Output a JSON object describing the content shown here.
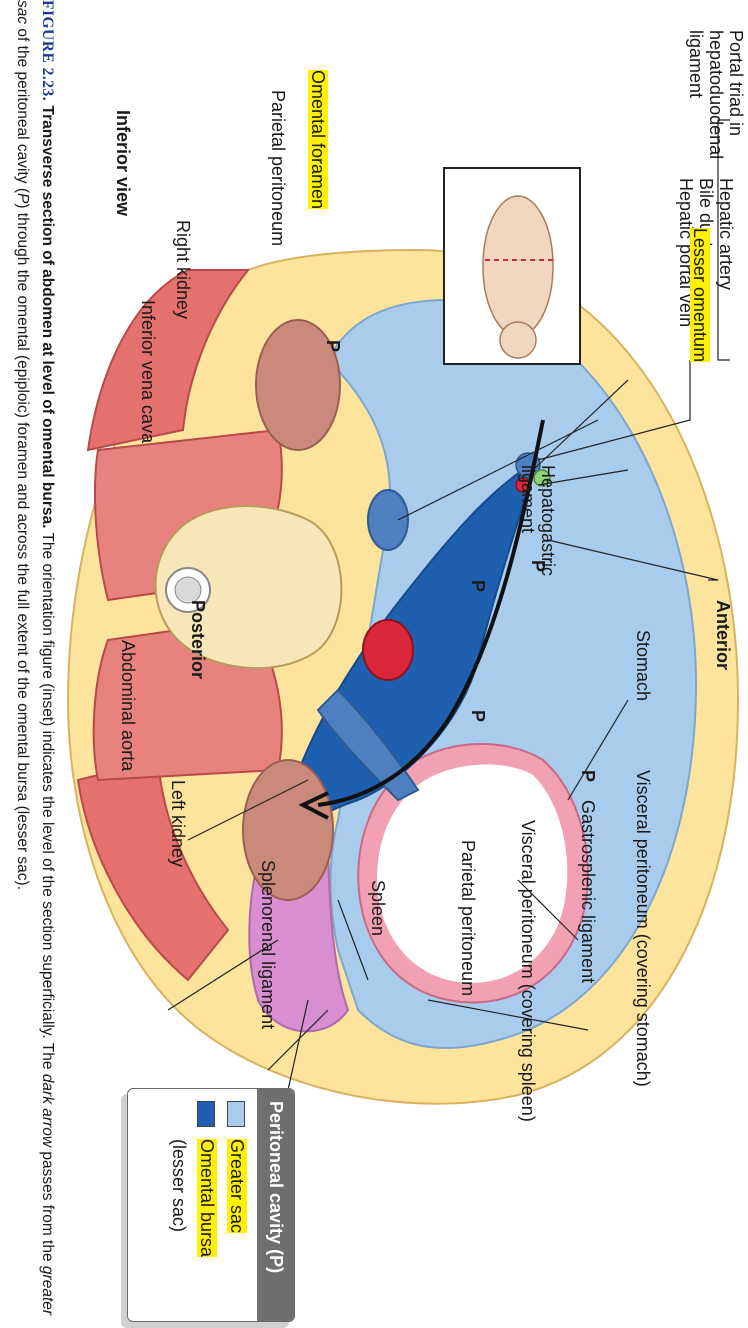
{
  "labels": {
    "lesser_omentum": "Lesser omentum",
    "portal_triad": [
      "Portal triad in",
      "hepatoduodenal",
      "ligament"
    ],
    "hepatic_artery": "Hepatic artery",
    "bile_duct": "Bile duct",
    "hepatic_portal_vein": "Hepatic portal vein",
    "omental_foramen": "Omental foramen",
    "parietal_peritoneum_left": "Parietal peritoneum",
    "right_kidney": "Right kidney",
    "inferior_vena_cava": "Inferior vena cava",
    "inferior_view": "Inferior view",
    "hepatogastric": [
      "Hepatogastric",
      "ligament"
    ],
    "anterior": "Anterior",
    "posterior": "Posterior",
    "stomach": "Stomach",
    "abdominal_aorta": "Abdominal aorta",
    "left_kidney": "Left kidney",
    "visceral_stomach": "Visceral peritoneum (covering stomach)",
    "gastrosplenic": "Gastrosplenic ligament",
    "visceral_spleen": "Visceral peritoneum (covering spleen)",
    "parietal_peritoneum_right": "Parietal peritoneum",
    "spleen": "Spleen",
    "splenorenal": "Splenorenal ligament",
    "p_marker": "P"
  },
  "legend": {
    "title": "Peritoneal cavity (P)",
    "greater_sac": "Greater sac",
    "omental_bursa": "Omental bursa",
    "lesser_sac": "(lesser sac)",
    "greater_color": "#a9ccec",
    "bursa_color": "#1f5fb0"
  },
  "caption": {
    "number": "FIGURE 2.23.",
    "title": "Transverse section of abdomen at level of omental bursa.",
    "text1": " The orientation figure (inset) indicates the level of the section superficially. The ",
    "dark_arrow": "dark arrow",
    "text2": " passes from the ",
    "greater_sac": "greater sac",
    "text3": " of the peritoneal cavity (",
    "p": "P",
    "text4": ") through the omental (epiploic) foramen and across the full extent of the omental bursa (lesser sac)."
  },
  "colors": {
    "fat": "#fde49c",
    "greater_sac": "#a9ccec",
    "bursa": "#1f5fb0",
    "kidney": "#c98a7c",
    "muscle": "#e5716f",
    "bone": "#f7e6b8",
    "spleen": "#d88fd1",
    "aorta": "#d9263a",
    "ivc": "#4d7fc1",
    "stomach_wall": "#f2a1b4"
  }
}
